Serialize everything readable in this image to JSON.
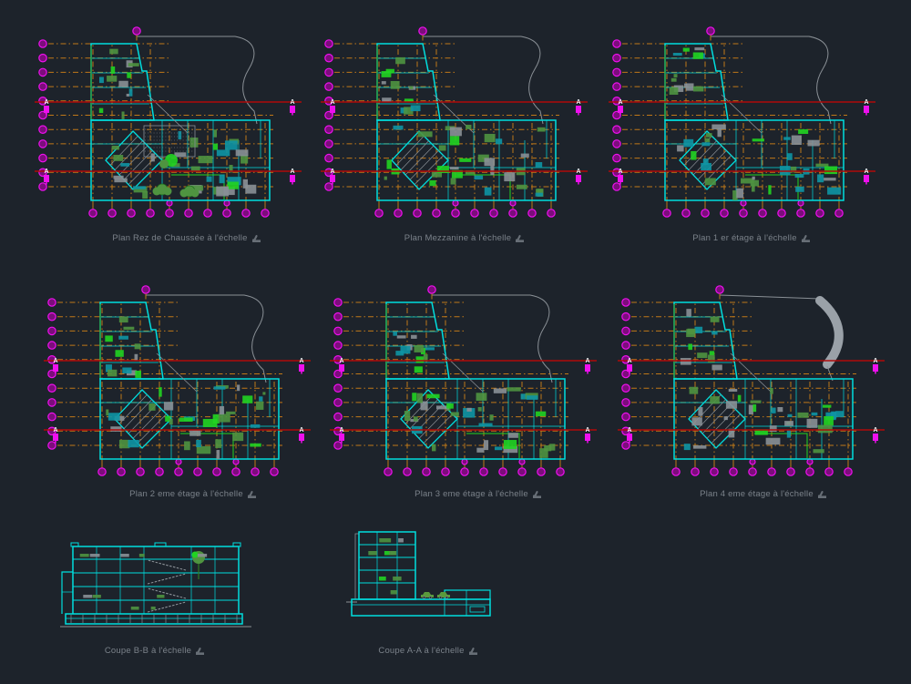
{
  "app": {
    "background": "#1d232b",
    "description": "CAD sheet with floor plans and sections"
  },
  "colors": {
    "cyan": "#00dede",
    "teal": "#0e95a4",
    "orange": "#c07818",
    "magenta": "#ee10ee",
    "magenta_dark": "#7c0d7c",
    "red": "#b00a0a",
    "gray": "#8a9096",
    "gray_light": "#9aa1a8",
    "olive": "#4f9440",
    "green": "#2f9e2f",
    "green_bright": "#21d421",
    "label": "#7b828a",
    "marker_text": "#edf0f2"
  },
  "grid": {
    "left_bubble_count": 11,
    "bottom_bubble_count": 10,
    "top_bubble_count": 1,
    "section_line_count": 2,
    "section_marker": "A"
  },
  "icons": {
    "label_suffix": "stamp-icon"
  },
  "drawings": [
    {
      "id": "plan-rez-de-chaussee",
      "type": "plan",
      "label": "Plan Rez de Chaussée à l'échelle",
      "seed": 1,
      "thick_arc": false,
      "hatch_block": true,
      "trees": true,
      "double_cols": [
        4,
        7
      ]
    },
    {
      "id": "plan-mezzanine",
      "type": "plan",
      "label": "Plan Mezzanine à l'échelle",
      "seed": 2,
      "thick_arc": false,
      "hatch_block": false,
      "trees": false,
      "double_cols": [
        4,
        7
      ]
    },
    {
      "id": "plan-1er-etage",
      "type": "plan",
      "label": "Plan 1 er étage à l'échelle",
      "seed": 3,
      "thick_arc": false,
      "hatch_block": false,
      "trees": false,
      "double_cols": [
        4,
        7
      ]
    },
    {
      "id": "plan-2eme-etage",
      "type": "plan",
      "label": "Plan 2 eme étage à l'échelle",
      "seed": 4,
      "thick_arc": false,
      "hatch_block": false,
      "trees": false,
      "double_cols": [
        4,
        7
      ]
    },
    {
      "id": "plan-3eme-etage",
      "type": "plan",
      "label": "Plan 3 eme étage à l'échelle",
      "seed": 5,
      "thick_arc": false,
      "hatch_block": false,
      "trees": false,
      "double_cols": [
        4,
        7
      ]
    },
    {
      "id": "plan-4eme-etage",
      "type": "plan",
      "label": "Plan 4 eme étage à l'échelle",
      "seed": 6,
      "thick_arc": true,
      "hatch_block": false,
      "trees": false,
      "double_cols": [
        4,
        7
      ]
    },
    {
      "id": "coupe-bb",
      "type": "section-long",
      "label": "Coupe B-B à l'échelle",
      "seed": 7
    },
    {
      "id": "coupe-aa",
      "type": "section-tower",
      "label": "Coupe A-A à l'échelle",
      "seed": 8
    }
  ]
}
